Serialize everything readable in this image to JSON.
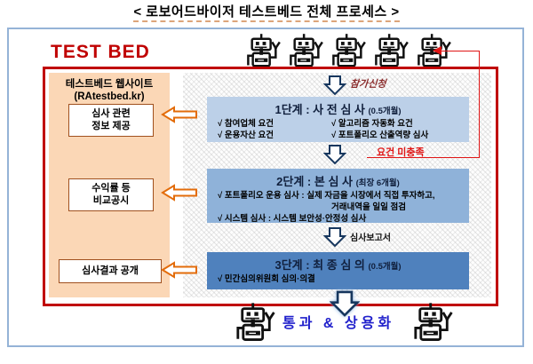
{
  "title": "< 로보어드바이저 테스트베드 전체 프로세스 >",
  "test_bed": {
    "label": "TEST BED"
  },
  "website_panel": {
    "title": "테스트베드 웹사이트\n(RAtestbed.kr)",
    "functions": [
      "심사 관련\n정보 제공",
      "수익률 등\n비교공시",
      "심사결과 공개"
    ]
  },
  "labels": {
    "apply": "참가신청",
    "fail": "요건 미충족",
    "report": "심사보고서",
    "result": "통과 & 상용화"
  },
  "stages": [
    {
      "title": "1단계 : 사 전 심 사",
      "duration": "(0.5개월)",
      "items_left": [
        "√ 참여업체 요건",
        "√ 운용자산 요건"
      ],
      "items_right": [
        "√ 알고리즘 자동화 요건",
        "√ 포트폴리오 산출역량 심사"
      ]
    },
    {
      "title": "2단계 : 본 심 사",
      "duration": "(최장 6개월)",
      "items": [
        "√ 포트폴리오 운용 심사 : 실제 자금을 시장에서 직접 투자하고,",
        "거래내역을 일일 점검",
        "√ 시스템 심사 : 시스템 보안성·안정성 심사"
      ]
    },
    {
      "title": "3단계 : 최 종 심 의",
      "duration": "(0.5개월)",
      "items": [
        "√ 민간심의위원회 심의·의결"
      ]
    }
  ],
  "colors": {
    "accent_red": "#c00000",
    "feedback_red": "#e01515",
    "stage1_bg": "#bcd0e8",
    "stage2_bg": "#8fb2d9",
    "stage3_bg": "#4f81bd",
    "panel_bg": "#fbd7b6",
    "frame_blue": "#95b3d7",
    "result_blue": "#2121cc",
    "arrow_orange": "#e36c0a"
  }
}
